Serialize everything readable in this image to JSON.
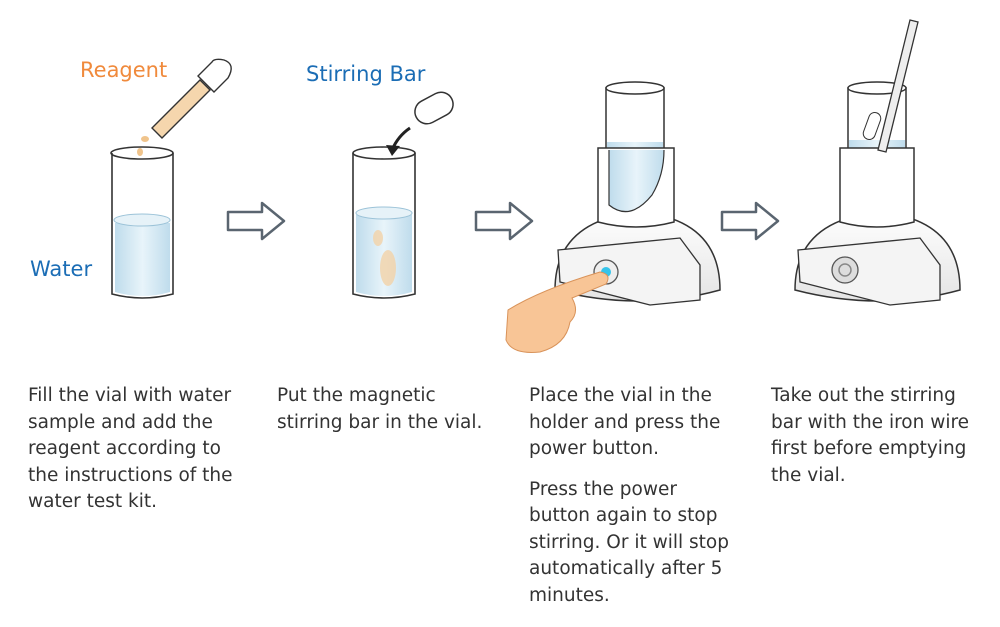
{
  "labels": {
    "reagent": "Reagent",
    "stirring_bar": "Stirring Bar",
    "water": "Water"
  },
  "colors": {
    "reagent": "#f08a3c",
    "blue_label": "#1b6db5",
    "arrow": "#5a6570",
    "water": "#cfe6f2",
    "power_glow": "#35c4ea",
    "finger": "#f8c596"
  },
  "steps": [
    {
      "paragraphs": [
        "Fill the vial with water sample and add the reagent according to the instructions of the water test kit."
      ]
    },
    {
      "paragraphs": [
        "Put the magnetic stirring bar in the vial."
      ]
    },
    {
      "paragraphs": [
        "Place the vial in the holder and press the power button.",
        "Press the power button again to stop stirring. Or it will stop automatically after 5 minutes."
      ]
    },
    {
      "paragraphs": [
        "Take out the stirring bar with the iron wire first before emptying the vial."
      ]
    }
  ]
}
